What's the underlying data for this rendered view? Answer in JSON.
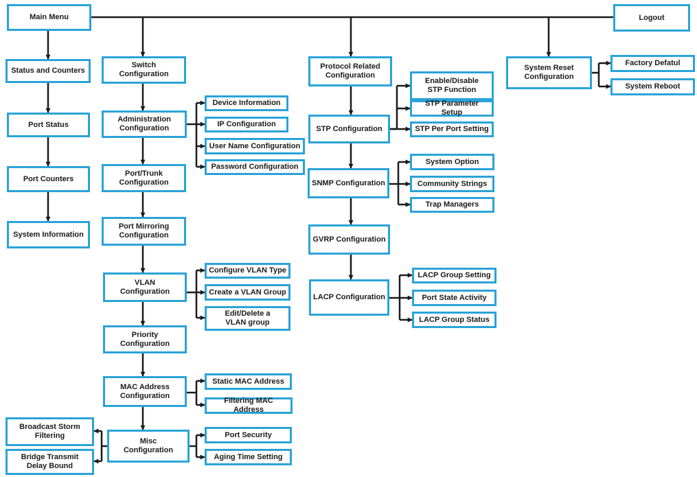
{
  "nodes": {
    "main_menu": "Main Menu",
    "logout": "Logout",
    "status_and_counters": "Status and Counters",
    "port_status": "Port Status",
    "port_counters": "Port Counters",
    "system_information": "System Information",
    "switch_configuration": "Switch\nConfiguration",
    "administration_configuration": "Administration\nConfiguration",
    "device_information": "Device Information",
    "ip_configuration": "IP Configuration",
    "user_name_configuration": "User Name Configuration",
    "password_configuration": "Password Configuration",
    "port_trunk_configuration": "Port/Trunk\nConfiguration",
    "port_mirroring_configuration": "Port Mirroring\nConfiguration",
    "vlan_configuration": "VLAN\nConfiguration",
    "configure_vlan_type": "Configure VLAN Type",
    "create_vlan_group": "Create a VLAN Group",
    "edit_delete_vlan_group": "Edit/Delete a\nVLAN group",
    "priority_configuration": "Priority\nConfiguration",
    "mac_address_configuration": "MAC Address\nConfiguration",
    "static_mac_address": "Static MAC Address",
    "filtering_mac_address": "Filtering MAC Address",
    "misc_configuration": "Misc\nConfiguration",
    "port_security": "Port Security",
    "aging_time_setting": "Aging Time Setting",
    "broadcast_storm_filtering": "Broadcast Storm\nFiltering",
    "bridge_transmit_delay_bound": "Bridge Transmit\nDelay Bound",
    "protocol_related_configuration": "Protocol Related\nConfiguration",
    "stp_configuration": "STP Configuration",
    "enable_disable_stp_function": "Enable/Disable\nSTP Function",
    "stp_parameter_setup": "STP Parameter Setup",
    "stp_per_port_setting": "STP Per Port Setting",
    "snmp_configuration": "SNMP Configuration",
    "system_option": "System Option",
    "community_strings": "Community Strings",
    "trap_managers": "Trap Managers",
    "gvrp_configuration": "GVRP Configuration",
    "lacp_configuration": "LACP Configuration",
    "lacp_group_setting": "LACP Group Setting",
    "port_state_activity": "Port State Activity",
    "lacp_group_status": "LACP Group Status",
    "system_reset_configuration": "System Reset\nConfiguration",
    "factory_defatul": "Factory Defatul",
    "system_reboot": "System Reboot"
  },
  "colors": {
    "node_border": "#2aa3d8",
    "node_fill": "#ffffff",
    "connector": "#1a1a1a",
    "text": "#1a1a1a"
  }
}
